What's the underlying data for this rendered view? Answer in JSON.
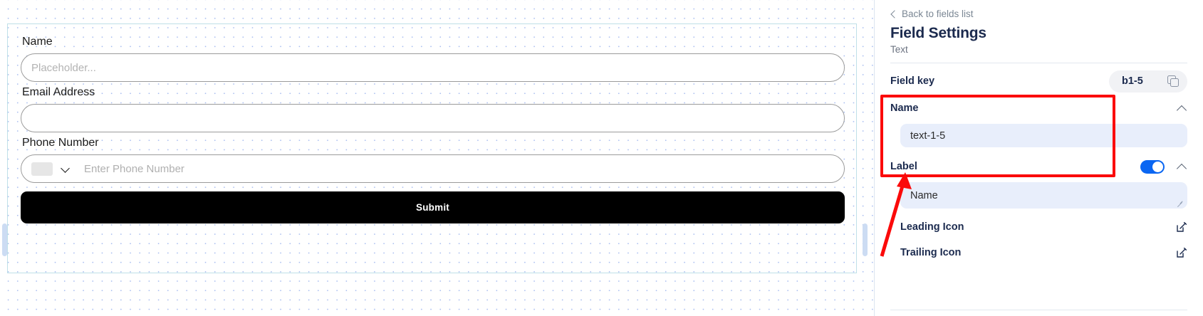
{
  "canvas": {
    "fields": [
      {
        "label": "Name",
        "type": "text",
        "placeholder": "Placeholder...",
        "value": ""
      },
      {
        "label": "Email Address",
        "type": "text",
        "placeholder": "",
        "value": ""
      },
      {
        "label": "Phone Number",
        "type": "phone",
        "placeholder": "Enter Phone Number",
        "value": ""
      }
    ],
    "submit_label": "Submit",
    "left_handle_name": "resize-handle-left",
    "right_handle_name": "resize-handle-right"
  },
  "panel": {
    "back_label": "Back to fields list",
    "title": "Field Settings",
    "subtitle": "Text",
    "field_key": {
      "label": "Field key",
      "value": "b1-5",
      "copy_icon": "copy-icon"
    },
    "name_section": {
      "label": "Name",
      "value": "text-1-5",
      "collapse_icon": "chevron-up-icon"
    },
    "label_section": {
      "label": "Label",
      "value": "Name",
      "toggle_on": true,
      "collapse_icon": "chevron-up-icon"
    },
    "icon_rows": [
      {
        "label": "Leading Icon",
        "edit_icon": "pencil-square-icon"
      },
      {
        "label": "Trailing Icon",
        "edit_icon": "pencil-square-icon"
      }
    ]
  },
  "annotation": {
    "box_color": "#fb0a0a",
    "arrow_color": "#fb0a0a"
  },
  "colors": {
    "accent": "#0a66f2",
    "title": "#1b2a4e",
    "field_bg": "#e8eefb",
    "pill_bg": "#f1f2f5",
    "canvas_border": "#bfe0e8",
    "submit_bg": "#000000",
    "handle": "#ccdcf3"
  }
}
